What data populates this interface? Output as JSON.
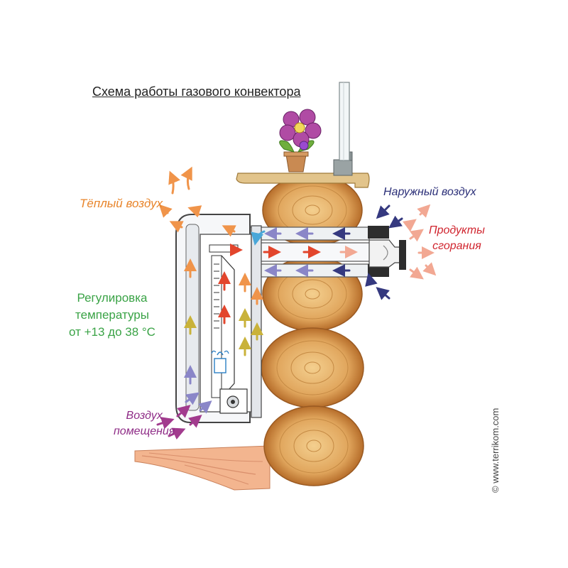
{
  "title": "Схема работы газового конвектора",
  "labels": {
    "warm_air": "Тёплый воздух",
    "outside_air": "Наружный воздух",
    "products_line1": "Продукты",
    "products_line2": "сгорания",
    "regulation_line1": "Регулировка",
    "regulation_line2": "температуры",
    "regulation_line3": "от +13 до 38 °С",
    "room_air_line1": "Воздух",
    "room_air_line2": "помещения"
  },
  "copyright": "© www.terrikom.com",
  "colors": {
    "warm": "#e8842a",
    "outside": "#2b2f78",
    "products": "#d0242e",
    "regulation": "#3aa346",
    "room": "#8e2b86",
    "wood": "#d89a52",
    "floor": "#f3b58f"
  }
}
